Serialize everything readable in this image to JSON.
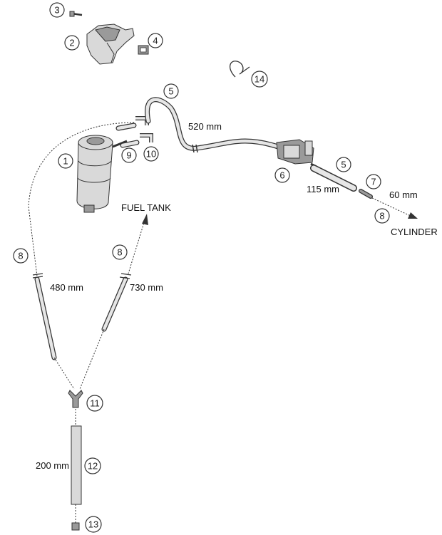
{
  "labels": {
    "fuel_tank": "FUEL TANK",
    "cylinder": "CYLINDER",
    "len_520": "520 mm",
    "len_115": "115 mm",
    "len_60": "60 mm",
    "len_480": "480 mm",
    "len_730": "730 mm",
    "len_200": "200 mm"
  },
  "callouts": {
    "c1": "1",
    "c2": "2",
    "c3": "3",
    "c4": "4",
    "c5a": "5",
    "c5b": "5",
    "c6": "6",
    "c7": "7",
    "c8a": "8",
    "c8b": "8",
    "c8c": "8",
    "c9": "9",
    "c10": "10",
    "c11": "11",
    "c12": "12",
    "c13": "13",
    "c14": "14"
  },
  "colors": {
    "line": "#333333",
    "fill": "#d9d9d9",
    "dark": "#9a9a9a"
  }
}
